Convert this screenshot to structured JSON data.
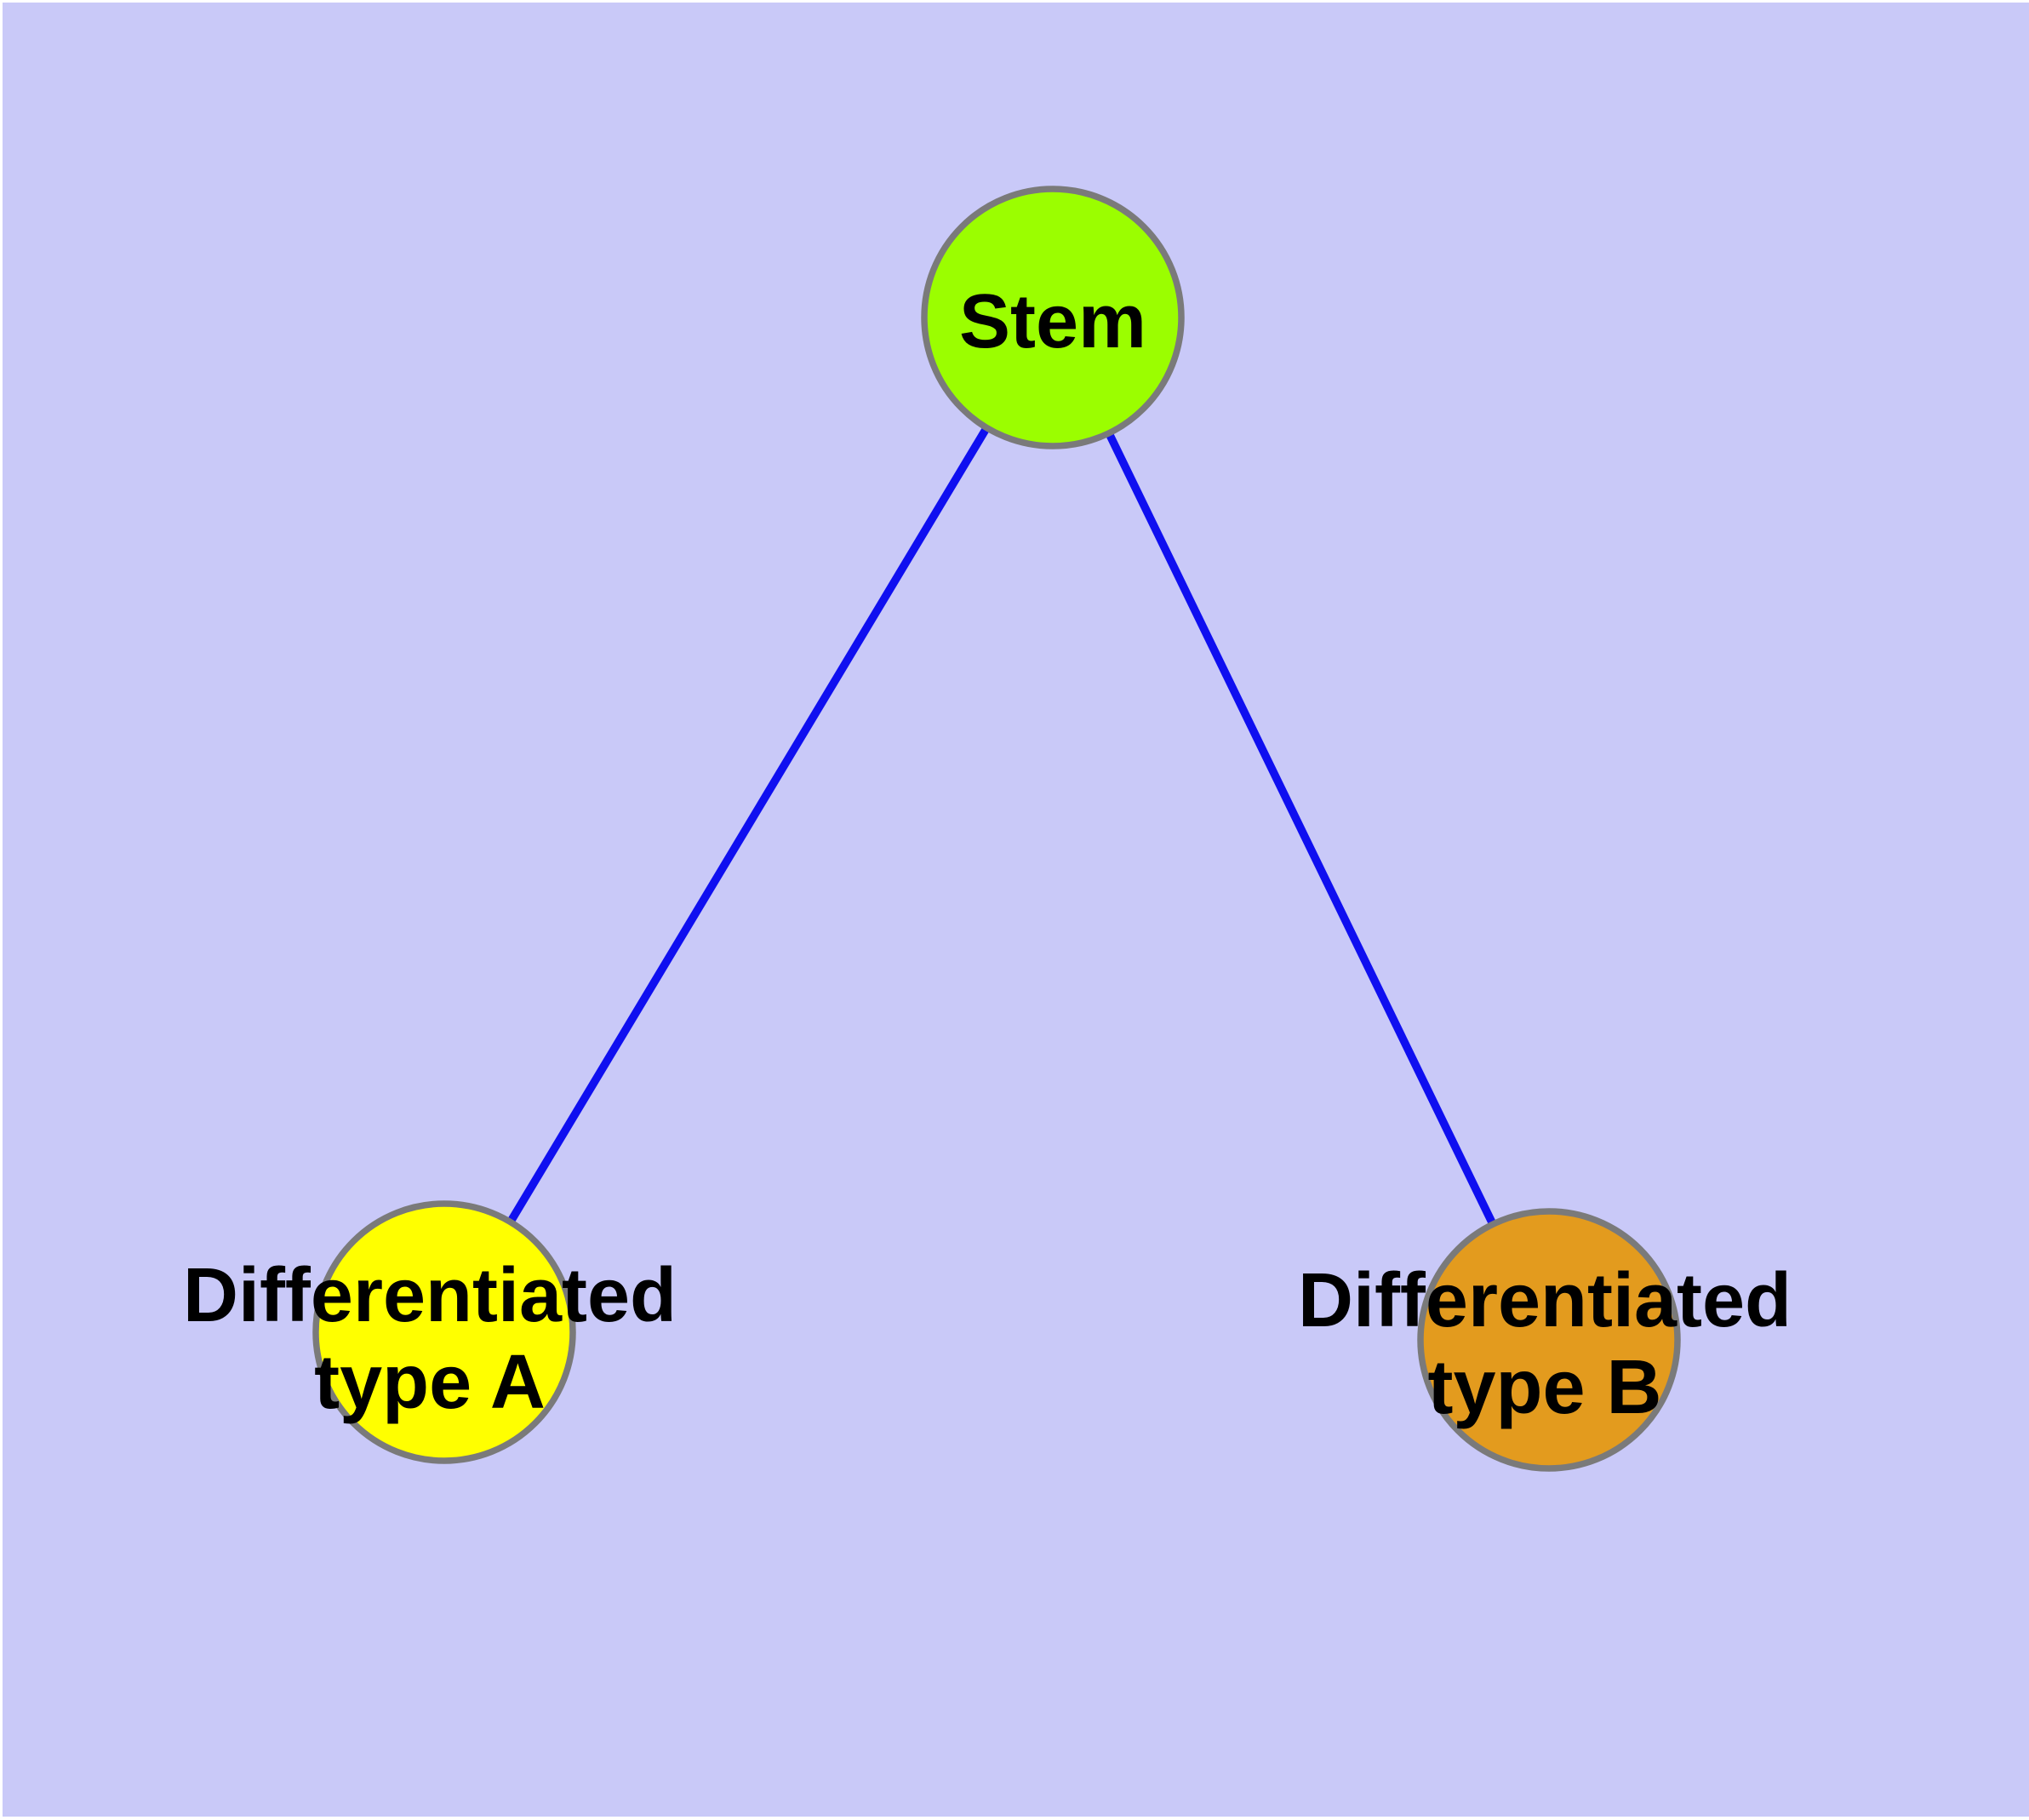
{
  "diagram": {
    "type": "graph",
    "background_color": "#c9c9f8",
    "edge_color": "#0f0ff0",
    "node_border_color": "#7a7a7a",
    "label_color": "#000000",
    "nodes": [
      {
        "id": "stem",
        "label_line1": "Stem",
        "label_line2": "",
        "color": "#9bfe00"
      },
      {
        "id": "differentiated-type-a",
        "label_line1": "Differentiated",
        "label_line2": "type A",
        "color": "#ffff00"
      },
      {
        "id": "differentiated-type-b",
        "label_line1": "Differentiated",
        "label_line2": "type B",
        "color": "#e39b1e"
      }
    ],
    "edges": [
      {
        "from": "Stem",
        "to": "Differentiated type A"
      },
      {
        "from": "Stem",
        "to": "Differentiated type B"
      }
    ]
  }
}
